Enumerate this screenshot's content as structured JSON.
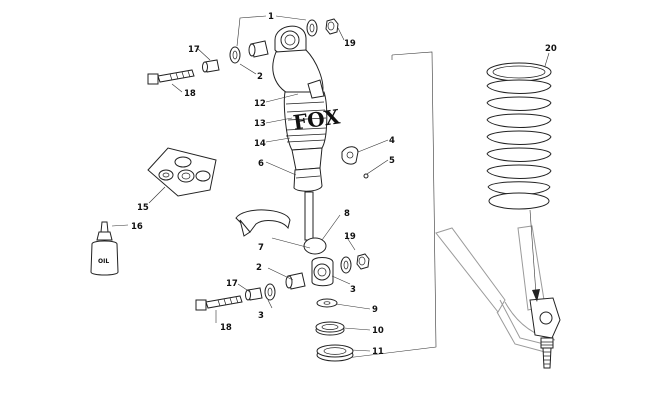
{
  "callouts": {
    "c1": "1",
    "c2a": "2",
    "c2b": "2",
    "c3a": "3",
    "c3b": "3",
    "c4": "4",
    "c5": "5",
    "c6": "6",
    "c7": "7",
    "c8": "8",
    "c9": "9",
    "c10": "10",
    "c11": "11",
    "c12": "12",
    "c13": "13",
    "c14": "14",
    "c15": "15",
    "c16": "16",
    "c17a": "17",
    "c17b": "17",
    "c18a": "18",
    "c18b": "18",
    "c19a": "19",
    "c19b": "19",
    "c20": "20"
  },
  "printed": {
    "oil_bottle_label": "OIL",
    "shock_logo": "FOX"
  },
  "colors": {
    "line": "#222222",
    "ghost_frame": "#9a9a9a",
    "background": "#ffffff"
  }
}
